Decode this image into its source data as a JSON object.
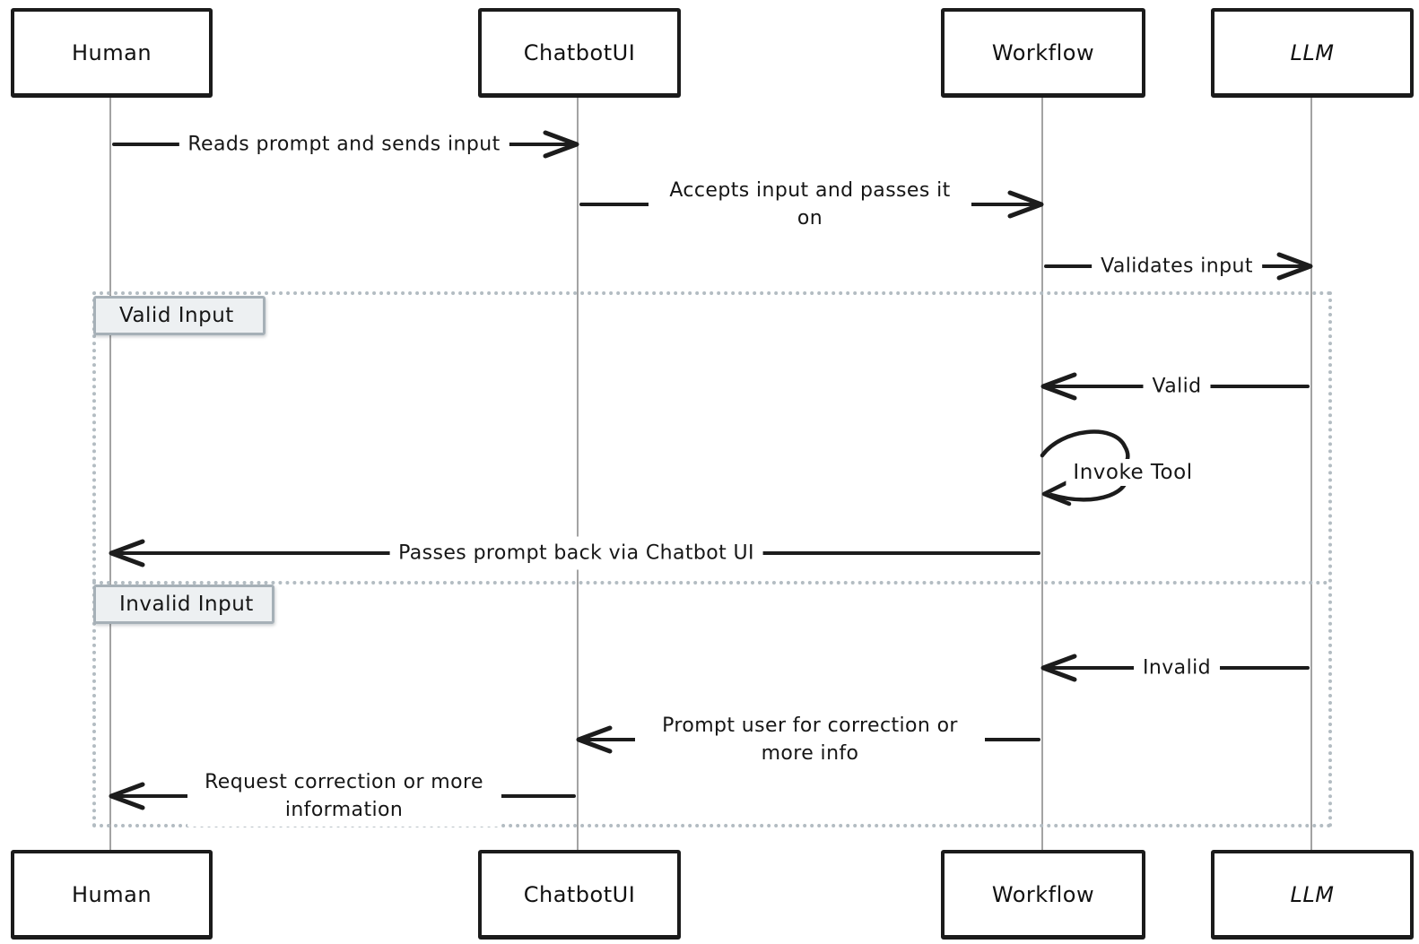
{
  "colors": {
    "background": "#ffffff",
    "actor_border": "#1b1b1b",
    "lifeline": "#a3a3a3",
    "message_line": "#1c1c1c",
    "frame_dots": "#b3bcc2",
    "frame_label_bg": "#edf0f2",
    "frame_label_border": "#a6b0b7",
    "text": "#161616"
  },
  "actors": [
    {
      "name": "Human"
    },
    {
      "name": "ChatbotUI"
    },
    {
      "name": "Workflow"
    },
    {
      "name": "LLM"
    }
  ],
  "frames": [
    {
      "label": "Valid Input"
    },
    {
      "label": "Invalid Input"
    }
  ],
  "messages": [
    {
      "from": "Human",
      "to": "ChatbotUI",
      "direction": "right",
      "text": "Reads prompt and sends input"
    },
    {
      "from": "ChatbotUI",
      "to": "Workflow",
      "direction": "right",
      "text": "Accepts input and passes it on"
    },
    {
      "from": "Workflow",
      "to": "LLM",
      "direction": "right",
      "text": "Validates input"
    },
    {
      "from": "LLM",
      "to": "Workflow",
      "direction": "left",
      "frame": "Valid Input",
      "text": "Valid"
    },
    {
      "from": "Workflow",
      "to": "Workflow",
      "direction": "self",
      "frame": "Valid Input",
      "text": "Invoke Tool"
    },
    {
      "from": "Workflow",
      "to": "Human",
      "direction": "left",
      "frame": "Valid Input",
      "text": "Passes prompt back via Chatbot UI"
    },
    {
      "from": "LLM",
      "to": "Workflow",
      "direction": "left",
      "frame": "Invalid Input",
      "text": "Invalid"
    },
    {
      "from": "Workflow",
      "to": "ChatbotUI",
      "direction": "left",
      "frame": "Invalid Input",
      "text": "Prompt user for correction or more info"
    },
    {
      "from": "ChatbotUI",
      "to": "Human",
      "direction": "left",
      "frame": "Invalid Input",
      "text": "Request correction or more information"
    }
  ]
}
